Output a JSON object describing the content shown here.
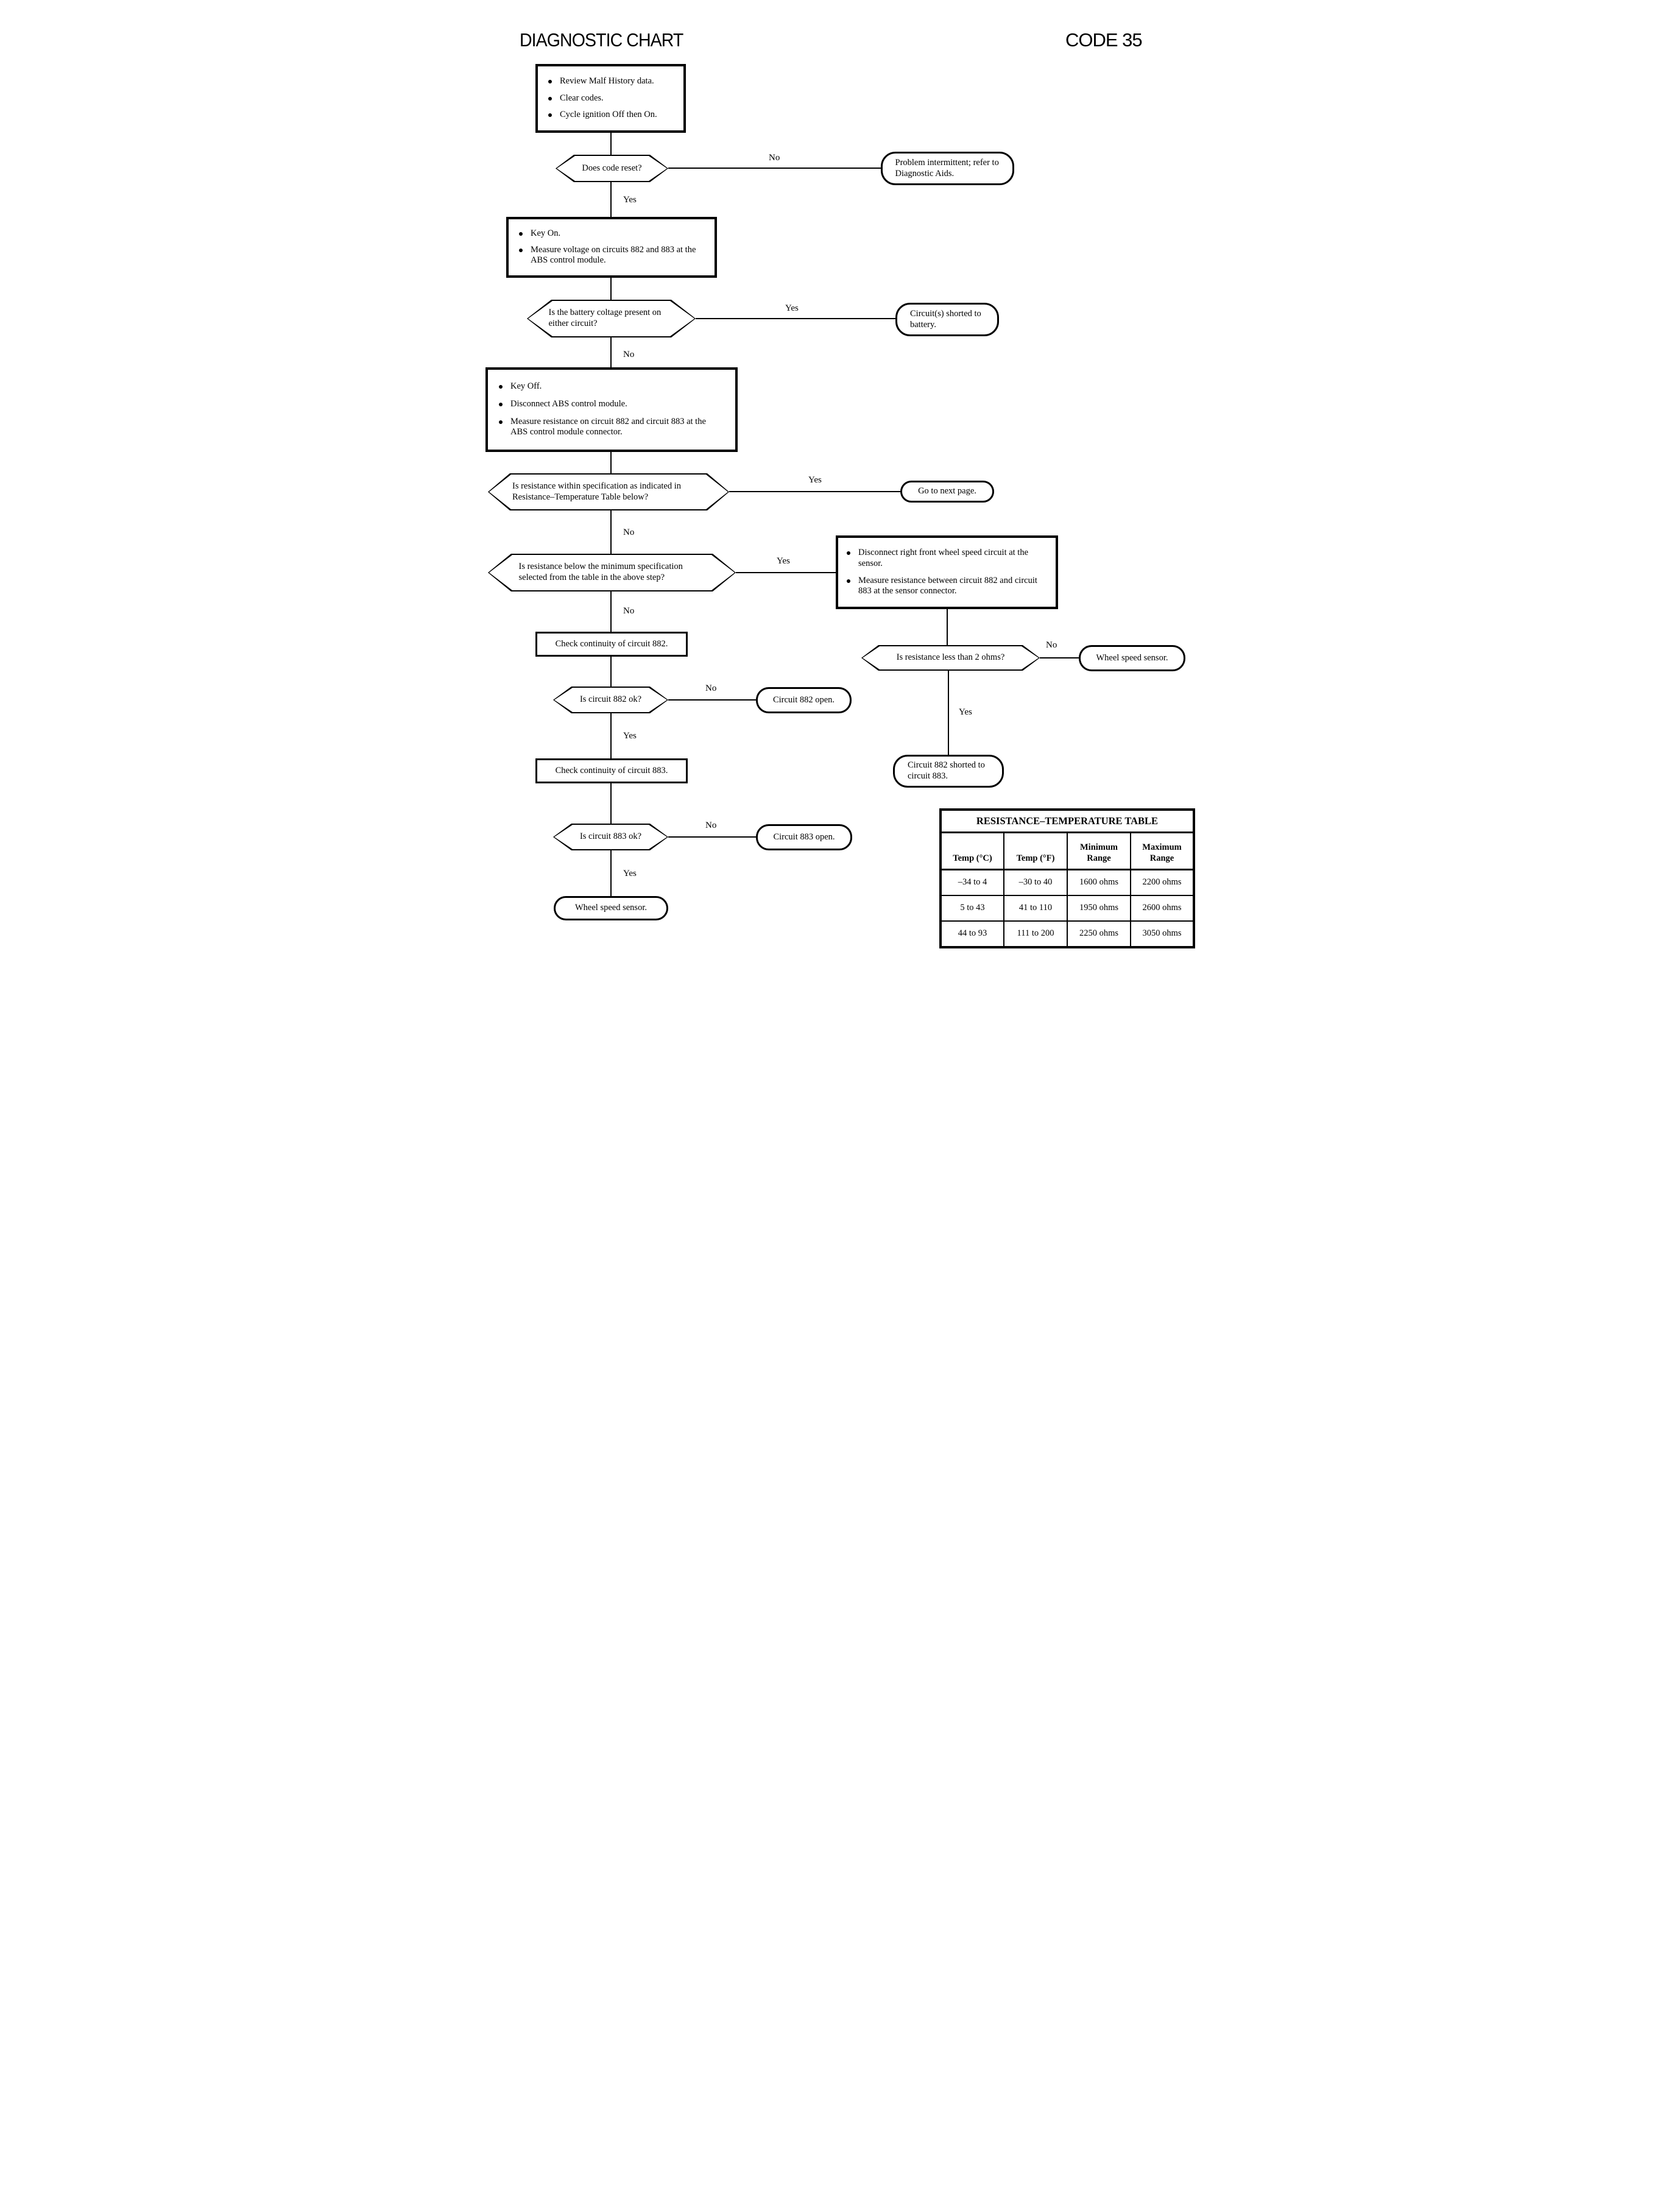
{
  "header": {
    "title": "DIAGNOSTIC CHART",
    "code": "CODE 35"
  },
  "labels": {
    "yes": "Yes",
    "no": "No"
  },
  "boxes": {
    "review": {
      "bullets": [
        "Review Malf History data.",
        "Clear codes.",
        "Cycle ignition Off then On."
      ]
    },
    "key_on": {
      "bullets": [
        "Key On.",
        "Measure voltage on circuits 882 and 883 at the ABS control module."
      ]
    },
    "key_off": {
      "bullets": [
        "Key Off.",
        "Disconnect ABS control module.",
        "Measure resistance on circuit 882 and circuit 883 at the ABS control module connector."
      ]
    },
    "disconnect_sensor": {
      "bullets": [
        "Disconnect right front wheel speed circuit at the sensor.",
        "Measure resistance between circuit 882 and circuit 883 at the sensor connector."
      ]
    },
    "check_882": {
      "text": "Check continuity of circuit 882."
    },
    "check_883": {
      "text": "Check continuity of circuit 883."
    }
  },
  "decisions": {
    "code_reset": {
      "text": "Does code reset?"
    },
    "battery_voltage": {
      "text": "Is the battery coltage present on either circuit?"
    },
    "within_spec": {
      "text": "Is resistance within specification as indicated in Resistance–Temperature Table below?"
    },
    "below_minimum": {
      "text": "Is resistance below the minimum specification selected from the table in the above step?"
    },
    "circuit_882_ok": {
      "text": "Is circuit 882 ok?"
    },
    "less_than_2_ohms": {
      "text": "Is resistance less than 2 ohms?"
    },
    "circuit_883_ok": {
      "text": "Is circuit 883 ok?"
    }
  },
  "terminals": {
    "problem_intermittent": {
      "text": "Problem intermittent; refer to Diagnostic Aids."
    },
    "shorted_to_battery": {
      "text": "Circuit(s) shorted to battery."
    },
    "go_next_page": {
      "text": "Go to next page."
    },
    "circuit_882_open": {
      "text": "Circuit 882 open."
    },
    "wheel_speed_sensor_right": {
      "text": "Wheel speed sensor."
    },
    "circuit_882_shorted": {
      "text": "Circuit 882 shorted to circuit 883."
    },
    "circuit_883_open": {
      "text": "Circuit 883 open."
    },
    "wheel_speed_sensor": {
      "text": "Wheel speed sensor."
    }
  },
  "table": {
    "title": "RESISTANCE–TEMPERATURE TABLE",
    "headers": [
      "Temp (°C)",
      "Temp (°F)",
      "Minimum Range",
      "Maximum Range"
    ],
    "rows": [
      [
        "–34 to 4",
        "–30 to 40",
        "1600 ohms",
        "2200 ohms"
      ],
      [
        "5 to 43",
        "41 to 110",
        "1950 ohms",
        "2600 ohms"
      ],
      [
        "44 to 93",
        "111 to 200",
        "2250 ohms",
        "3050 ohms"
      ]
    ]
  }
}
